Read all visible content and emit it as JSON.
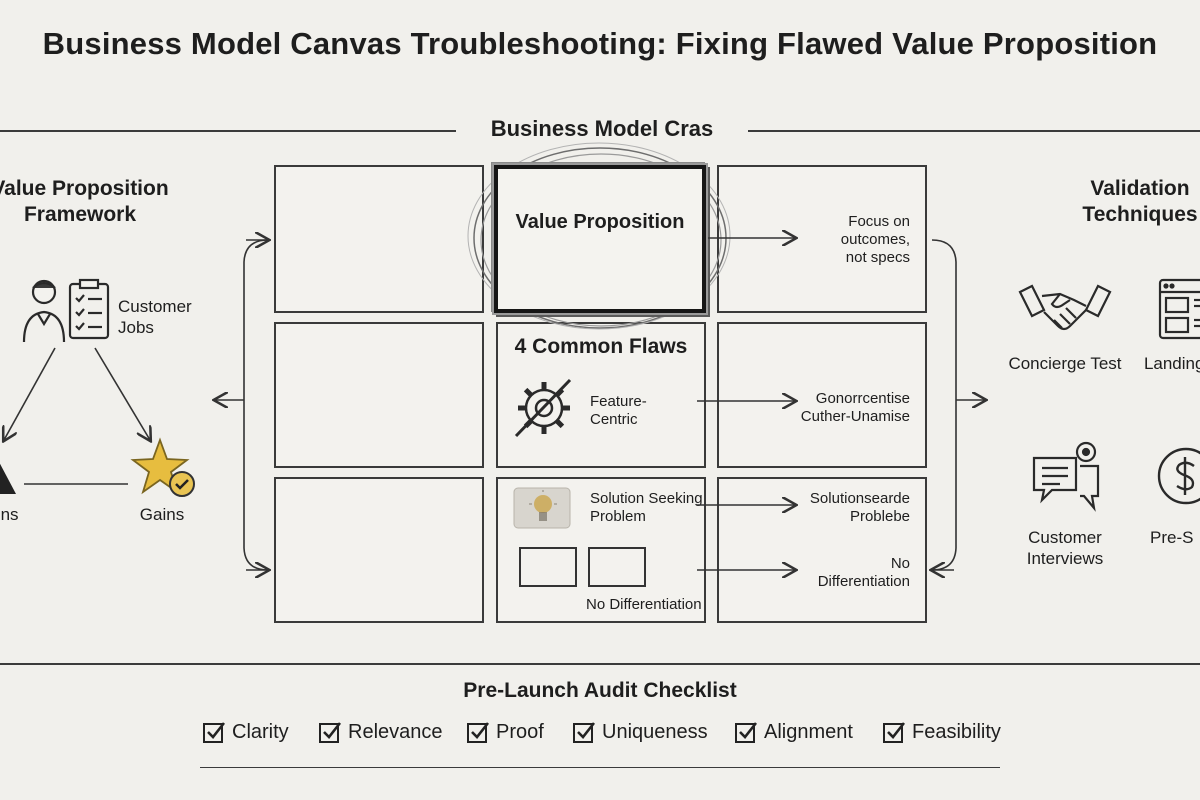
{
  "title": "Business Model Canvas Troubleshooting: Fixing Flawed Value Proposition",
  "canvas": {
    "title": "Business Model Cras",
    "value_proposition": "Value Proposition",
    "common_flaws_title": "4 Common Flaws",
    "flaws": [
      {
        "label": "Feature-Centric",
        "icon": "gear-slash-icon"
      },
      {
        "label": "Solution Seeking Problem",
        "icon": "lightbulb-icon"
      },
      {
        "label": "No Differentiation",
        "icon": "two-boxes-icon"
      }
    ],
    "fixes": [
      "Focus on outcomes, not specs",
      "Gonorrcentise Cuther-Unamise",
      "Solutionsearde Problebe",
      "No Differentiation"
    ]
  },
  "framework": {
    "title": "Value Proposition Framework",
    "customer_jobs": "Customer Jobs",
    "pains": "Pains",
    "gains": "Gains"
  },
  "validation": {
    "title": "Validation Techniques",
    "items": [
      {
        "label": "Concierge Test",
        "icon": "handshake-icon"
      },
      {
        "label": "Landing Test",
        "icon": "landing-page-icon"
      },
      {
        "label": "Customer Interviews",
        "icon": "chat-bubbles-icon"
      },
      {
        "label": "Pre-S",
        "icon": "dollar-coin-icon"
      }
    ]
  },
  "checklist": {
    "title": "Pre-Launch Audit Checklist",
    "items": [
      "Clarity",
      "Relevance",
      "Proof",
      "Uniqueness",
      "Alignment",
      "Feasibility"
    ]
  }
}
